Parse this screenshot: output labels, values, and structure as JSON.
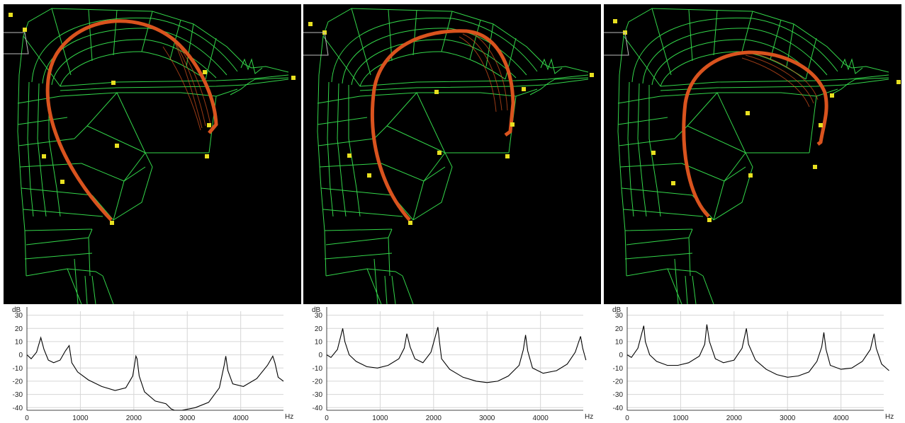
{
  "colors": {
    "grid": "#33d64a",
    "tongue": "#d9531e",
    "marker": "#e8e020",
    "background_tract": "#000000",
    "spectrum_line": "#000000",
    "spectrum_grid": "#d6d6d6"
  },
  "spectrum_axis": {
    "y_unit": "dB",
    "x_unit": "Hz",
    "y_ticks": [
      "30",
      "20",
      "10",
      "0",
      "-10",
      "-20",
      "-30",
      "-40"
    ],
    "x_ticks": [
      "0",
      "1000",
      "2000",
      "3000",
      "4000"
    ]
  },
  "chart_data": [
    {
      "type": "line",
      "title": "",
      "xlabel": "Hz",
      "ylabel": "dB",
      "xlim": [
        0,
        4800
      ],
      "ylim": [
        -42,
        33
      ],
      "series": [
        {
          "x": [
            0,
            80,
            180,
            260,
            320,
            400,
            500,
            620,
            720,
            790,
            840,
            950,
            1150,
            1400,
            1650,
            1850,
            1980,
            2040,
            2060,
            2100,
            2200,
            2400,
            2600,
            2700,
            2760,
            2900,
            3150,
            3400,
            3600,
            3690,
            3720,
            3760,
            3850,
            4050,
            4300,
            4500,
            4600,
            4640,
            4700,
            4800
          ],
          "y": [
            0,
            -3,
            2,
            13,
            4,
            -4,
            -6,
            -4,
            3,
            7,
            -6,
            -13,
            -19,
            -24,
            -27,
            -25,
            -16,
            -1,
            -3,
            -16,
            -28,
            -35,
            -37,
            -41,
            -42,
            -42,
            -40,
            -36,
            -25,
            -8,
            -1,
            -12,
            -22,
            -24,
            -18,
            -8,
            -1,
            -6,
            -17,
            -20
          ]
        }
      ]
    },
    {
      "type": "line",
      "title": "",
      "xlabel": "Hz",
      "ylabel": "dB",
      "xlim": [
        0,
        4800
      ],
      "ylim": [
        -42,
        33
      ],
      "series": [
        {
          "x": [
            0,
            80,
            200,
            300,
            340,
            420,
            550,
            750,
            950,
            1150,
            1350,
            1450,
            1500,
            1560,
            1650,
            1800,
            1950,
            2080,
            2110,
            2150,
            2300,
            2550,
            2800,
            3000,
            3200,
            3400,
            3600,
            3680,
            3720,
            3760,
            3850,
            4050,
            4300,
            4500,
            4650,
            4750,
            4790,
            4850
          ],
          "y": [
            0,
            -2,
            4,
            20,
            10,
            0,
            -5,
            -9,
            -10,
            -8,
            -3,
            5,
            16,
            6,
            -3,
            -6,
            2,
            21,
            10,
            -3,
            -11,
            -17,
            -20,
            -21,
            -20,
            -16,
            -8,
            4,
            15,
            3,
            -10,
            -14,
            -12,
            -7,
            2,
            14,
            5,
            -4
          ]
        }
      ]
    },
    {
      "type": "line",
      "title": "",
      "xlabel": "Hz",
      "ylabel": "dB",
      "xlim": [
        0,
        4800
      ],
      "ylim": [
        -42,
        33
      ],
      "series": [
        {
          "x": [
            0,
            80,
            200,
            310,
            340,
            420,
            550,
            750,
            950,
            1150,
            1350,
            1450,
            1490,
            1540,
            1650,
            1800,
            2000,
            2150,
            2230,
            2270,
            2400,
            2600,
            2800,
            3000,
            3200,
            3400,
            3550,
            3640,
            3680,
            3720,
            3800,
            4000,
            4200,
            4400,
            4550,
            4620,
            4660,
            4760,
            4900
          ],
          "y": [
            0,
            -2,
            5,
            22,
            10,
            0,
            -5,
            -8,
            -8,
            -6,
            -1,
            8,
            23,
            10,
            -3,
            -6,
            -4,
            5,
            20,
            8,
            -4,
            -11,
            -15,
            -17,
            -16,
            -13,
            -5,
            6,
            17,
            4,
            -8,
            -11,
            -10,
            -5,
            4,
            16,
            5,
            -7,
            -12
          ]
        }
      ]
    }
  ]
}
